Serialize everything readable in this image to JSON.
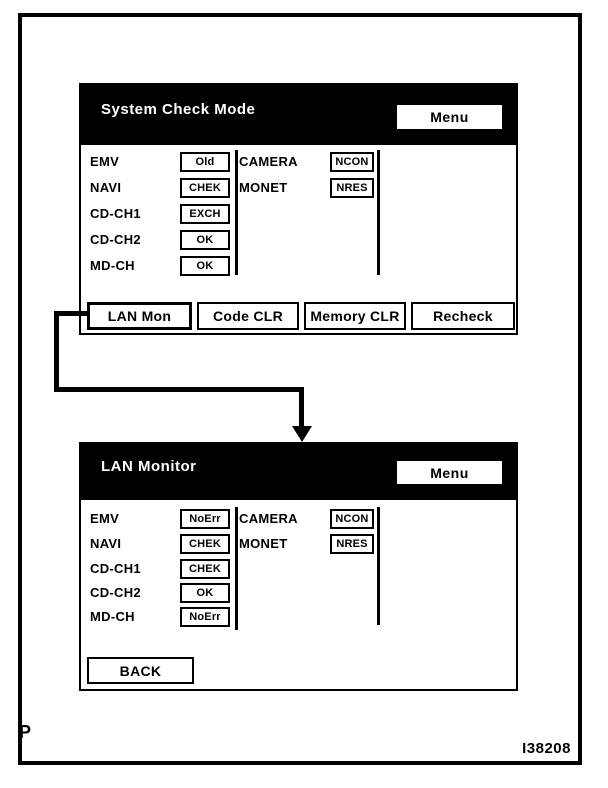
{
  "figure": {
    "page_letter": "P",
    "figure_id": "I38208"
  },
  "colors": {
    "foreground": "#000000",
    "background": "#ffffff",
    "header_bg": "#000000",
    "header_fg": "#ffffff"
  },
  "screens": [
    {
      "title": "System Check Mode",
      "menu_label": "Menu",
      "left_items": [
        {
          "label": "EMV",
          "value": "Old"
        },
        {
          "label": "NAVI",
          "value": "CHEK"
        },
        {
          "label": "CD-CH1",
          "value": "EXCH"
        },
        {
          "label": "CD-CH2",
          "value": "OK"
        },
        {
          "label": "MD-CH",
          "value": "OK"
        }
      ],
      "right_items": [
        {
          "label": "CAMERA",
          "value": "NCON"
        },
        {
          "label": "MONET",
          "value": "NRES"
        }
      ],
      "buttons": [
        {
          "label": "LAN Mon",
          "highlighted": true
        },
        {
          "label": "Code CLR",
          "highlighted": false
        },
        {
          "label": "Memory CLR",
          "highlighted": false
        },
        {
          "label": "Recheck",
          "highlighted": false
        }
      ]
    },
    {
      "title": "LAN Monitor",
      "menu_label": "Menu",
      "left_items": [
        {
          "label": "EMV",
          "value": "NoErr"
        },
        {
          "label": "NAVI",
          "value": "CHEK"
        },
        {
          "label": "CD-CH1",
          "value": "CHEK"
        },
        {
          "label": "CD-CH2",
          "value": "OK"
        },
        {
          "label": "MD-CH",
          "value": "NoErr"
        }
      ],
      "right_items": [
        {
          "label": "CAMERA",
          "value": "NCON"
        },
        {
          "label": "MONET",
          "value": "NRES"
        }
      ],
      "buttons": [
        {
          "label": "BACK",
          "highlighted": false
        }
      ]
    }
  ]
}
